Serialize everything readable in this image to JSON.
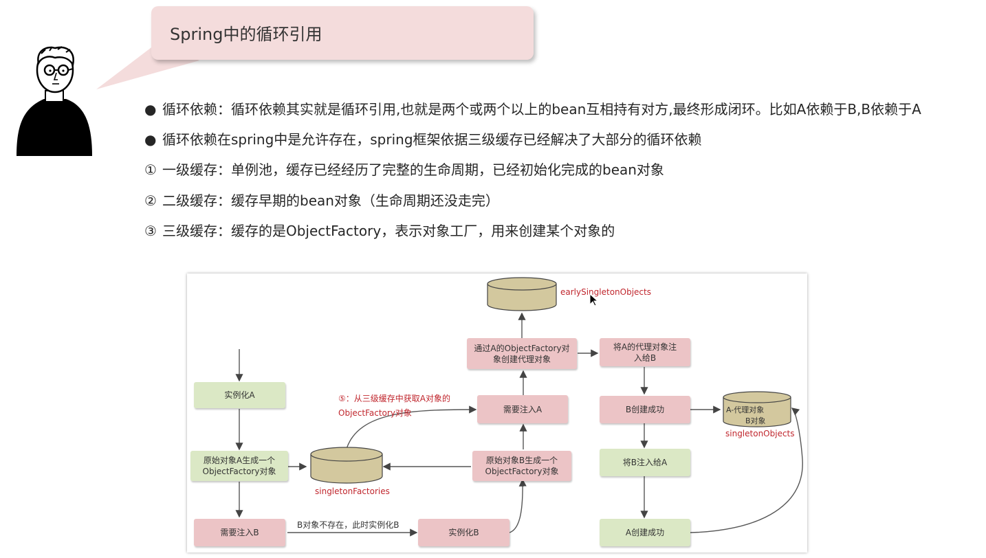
{
  "header": {
    "title": "Spring中的循环引用"
  },
  "bullets": [
    {
      "marker": "●",
      "text": "循环依赖：循环依赖其实就是循环引用,也就是两个或两个以上的bean互相持有对方,最终形成闭环。比如A依赖于B,B依赖于A"
    },
    {
      "marker": "●",
      "text": "循环依赖在spring中是允许存在，spring框架依据三级缓存已经解决了大部分的循环依赖"
    },
    {
      "marker": "①",
      "text": "一级缓存：单例池，缓存已经经历了完整的生命周期，已经初始化完成的bean对象"
    },
    {
      "marker": "②",
      "text": "二级缓存：缓存早期的bean对象（生命周期还没走完）"
    },
    {
      "marker": "③",
      "text": "三级缓存：缓存的是ObjectFactory，表示对象工厂，用来创建某个对象的"
    }
  ],
  "diagram": {
    "nodes": {
      "instantiate_a": "实例化A",
      "raw_a_line1": "原始对象A生成一个",
      "raw_a_line2": "ObjectFactory对象",
      "inject_b": "需要注入B",
      "instantiate_b": "实例化B",
      "raw_b_line1": "原始对象B生成一个",
      "raw_b_line2": "ObjectFactory对象",
      "inject_a": "需要注入A",
      "proxy_line1": "通过A的ObjectFactory对",
      "proxy_line2": "象创建代理对象",
      "give_b_line1": "将A的代理对象注",
      "give_b_line2": "入给B",
      "b_created": "B创建成功",
      "inject_b_into_a": "将B注入给A",
      "a_created": "A创建成功"
    },
    "caches": {
      "early": "earlySingletonObjects",
      "factories": "singletonFactories",
      "singletons": "singletonObjects",
      "singletons_content_line1": "A-代理对象",
      "singletons_content_line2": "B对象"
    },
    "annotations": {
      "step5_line1": "⑤：从三级缓存中获取A对象的",
      "step5_line2": "ObjectFactory对象",
      "b_not_exist": "B对象不存在，此时实例化B"
    }
  },
  "colors": {
    "green_node": "#dbe8c5",
    "pink_node": "#ecc4c6",
    "cylinder": "#d3c89e",
    "red_text": "#c0262d",
    "bubble": "#f4dcdc"
  }
}
